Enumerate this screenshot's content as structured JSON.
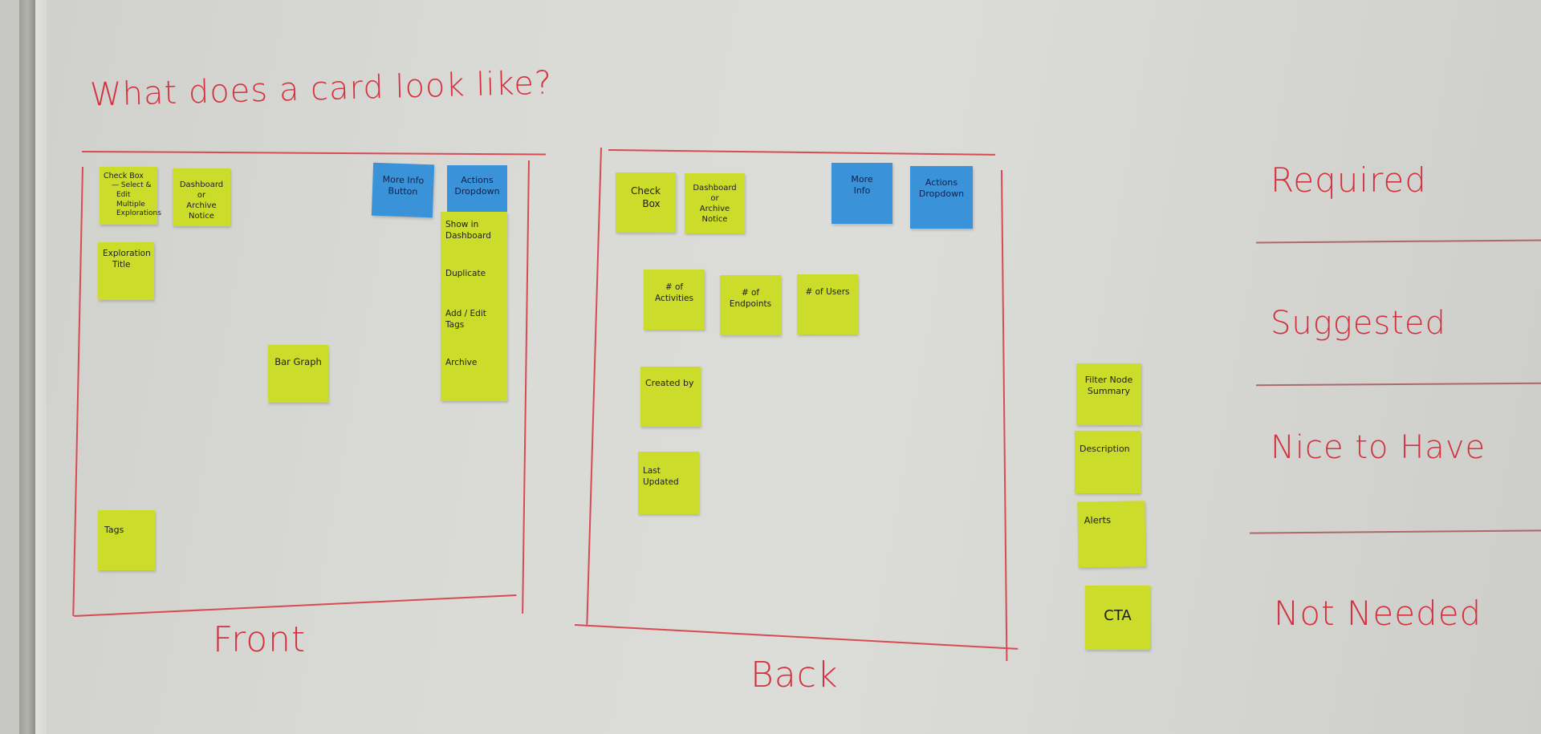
{
  "board": {
    "title": "What does a card look like?",
    "colors": {
      "marker": "#d4313f",
      "yellow_note": "#ccdc2a",
      "blue_note": "#3a93d9",
      "board": "#d9d9d5"
    }
  },
  "front": {
    "label": "Front",
    "notes": [
      {
        "text": "Check Box",
        "sub": [
          "— Select &",
          "Edit Multiple",
          "Explorations"
        ],
        "color": "yellow"
      },
      {
        "lines": [
          "Dashboard",
          "or",
          "Archive",
          "Notice"
        ],
        "color": "yellow"
      },
      {
        "lines": [
          "More Info",
          "Button"
        ],
        "color": "blue"
      },
      {
        "lines": [
          "Actions",
          "Dropdown"
        ],
        "color": "blue"
      },
      {
        "lines": [
          "Exploration",
          "Title"
        ],
        "color": "yellow"
      },
      {
        "lines": [
          "Bar Graph"
        ],
        "color": "yellow"
      },
      {
        "lines": [
          "Tags"
        ],
        "color": "yellow"
      }
    ],
    "actions_menu": [
      "Show in Dashboard",
      "Duplicate",
      "Add / Edit Tags",
      "Archive"
    ]
  },
  "back": {
    "label": "Back",
    "notes": [
      {
        "lines": [
          "Check",
          "Box"
        ],
        "color": "yellow"
      },
      {
        "lines": [
          "Dashboard",
          "or",
          "Archive Notice"
        ],
        "color": "yellow"
      },
      {
        "lines": [
          "More",
          "Info"
        ],
        "color": "blue"
      },
      {
        "lines": [
          "Actions",
          "Dropdown"
        ],
        "color": "blue"
      },
      {
        "lines": [
          "# of Activities"
        ],
        "color": "yellow"
      },
      {
        "lines": [
          "# of Endpoints"
        ],
        "color": "yellow"
      },
      {
        "lines": [
          "# of Users"
        ],
        "color": "yellow"
      },
      {
        "lines": [
          "Created by"
        ],
        "color": "yellow"
      },
      {
        "lines": [
          "Last Updated"
        ],
        "color": "yellow"
      }
    ]
  },
  "unsorted": {
    "notes": [
      {
        "lines": [
          "Filter Node",
          "Summary"
        ]
      },
      {
        "lines": [
          "Description"
        ]
      },
      {
        "lines": [
          "Alerts"
        ]
      },
      {
        "lines": [
          "CTA"
        ]
      }
    ]
  },
  "categories": [
    {
      "label": "Required"
    },
    {
      "label": "Suggested"
    },
    {
      "label": "Nice to Have"
    },
    {
      "label": "Not Needed"
    }
  ]
}
